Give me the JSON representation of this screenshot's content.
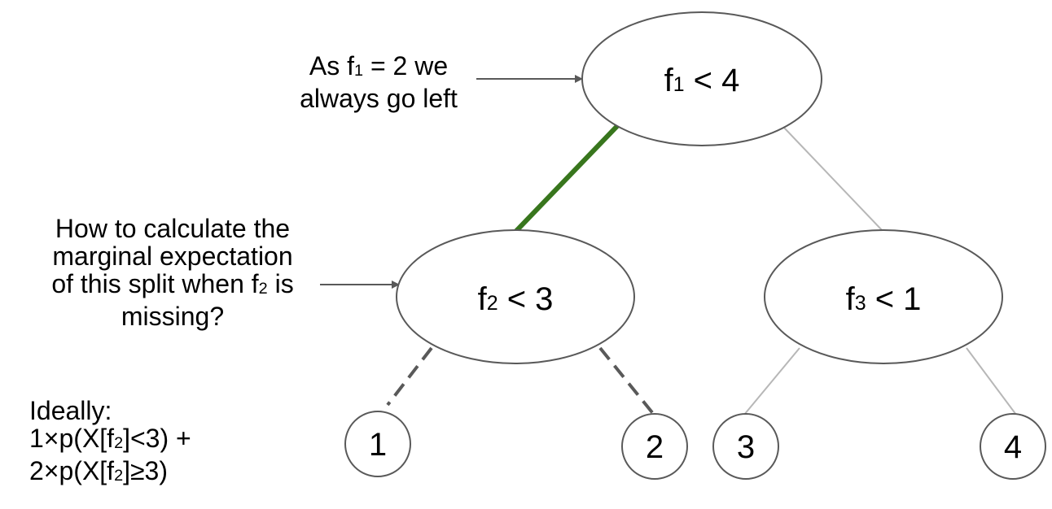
{
  "nodes": {
    "root": {
      "feature": "f",
      "index": "1",
      "op": " < 4"
    },
    "left": {
      "feature": "f",
      "index": "2",
      "op": " < 3"
    },
    "right": {
      "feature": "f",
      "index": "3",
      "op": " < 1"
    }
  },
  "leaves": [
    "1",
    "2",
    "3",
    "4"
  ],
  "annotations": {
    "top": {
      "line1_pre": "As f",
      "line1_sub": "1",
      "line1_post": " = 2 we",
      "line2": "always go left"
    },
    "middle": {
      "line1": "How to calculate the",
      "line2": "marginal expectation",
      "line3_pre": "of this split when f",
      "line3_sub": "2",
      "line3_post": " is",
      "line4": "missing?"
    },
    "ideal": {
      "line1": "Ideally:",
      "line2_pre": "1×p(X[f",
      "line2_sub": "2",
      "line2_post": "]<3) +",
      "line3_pre": "2×p(X[f",
      "line3_sub": "2",
      "line3_post": "]≥3)"
    }
  },
  "colors": {
    "taken_path": "#38761d",
    "dashed_edge": "#595959",
    "light_edge": "#b7b7b7",
    "node_stroke": "#595959"
  }
}
